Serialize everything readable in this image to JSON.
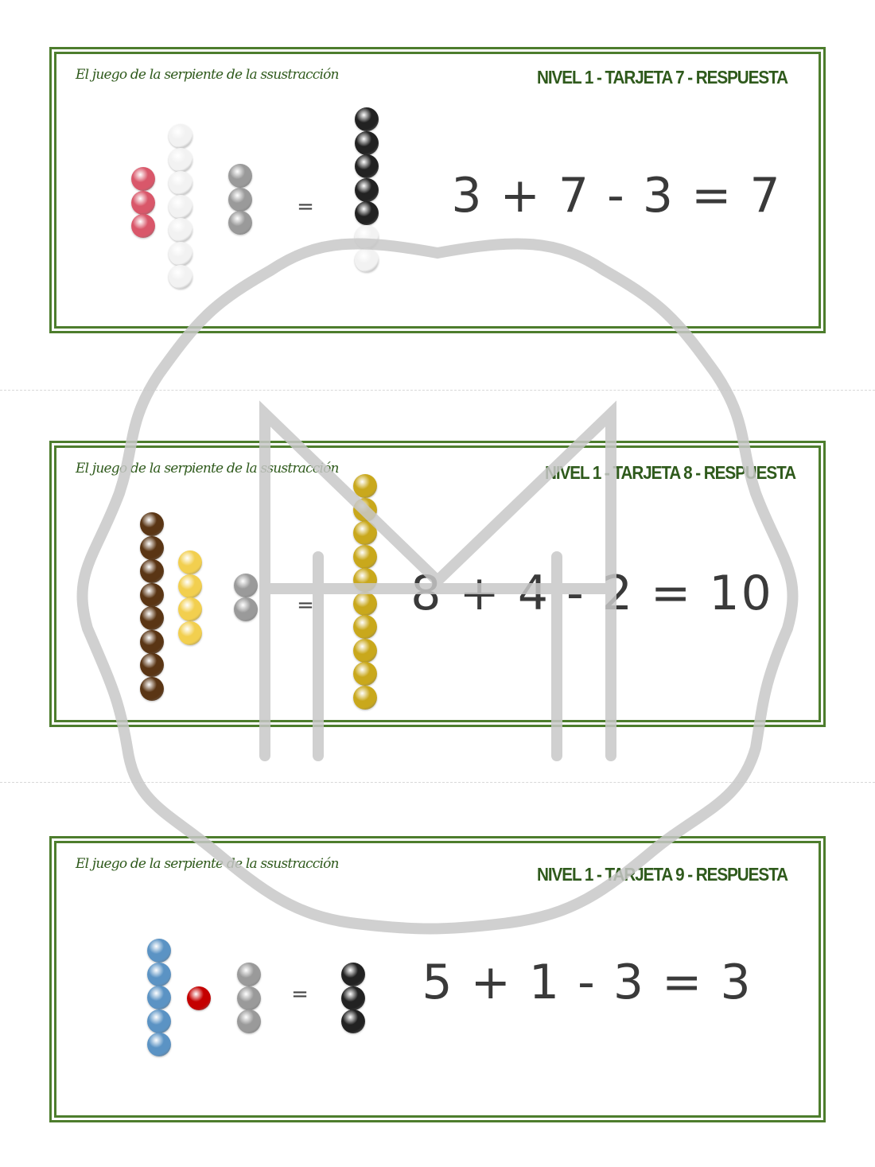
{
  "colors": {
    "border": "#4d7d2d",
    "title": "#2f5a1c",
    "watermark": "#c8c8c8"
  },
  "bead_colors": {
    "pink": "#d9576a",
    "white": "#f2f2f2",
    "gray": "#9a9a9a",
    "black": "#222222",
    "brown": "#5a3514",
    "yellow": "#f2cf4f",
    "gold": "#c9a81c",
    "blue": "#5b93c4",
    "red": "#c40000"
  },
  "cards": [
    {
      "title_left": "El juego de la serpiente de la ssustracción",
      "title_right": "NIVEL 1 - TARJETA 7 - RESPUESTA",
      "equation": "3 + 7 - 3 = 7",
      "equals_sign": "=",
      "left_bars": [
        {
          "color": "pink",
          "count": 3
        },
        {
          "color": "white",
          "count": 7
        },
        {
          "color": "gray",
          "count": 3
        }
      ],
      "result_bar": [
        {
          "color": "black",
          "count": 5
        },
        {
          "color": "white",
          "count": 2
        }
      ]
    },
    {
      "title_left": "El juego de la serpiente de la ssustracción",
      "title_right": "NIVEL 1 - TARJETA 8 - RESPUESTA",
      "equation": "8 + 4 - 2 = 10",
      "equals_sign": "=",
      "left_bars": [
        {
          "color": "brown",
          "count": 8
        },
        {
          "color": "yellow",
          "count": 4
        },
        {
          "color": "gray",
          "count": 2
        }
      ],
      "result_bar": [
        {
          "color": "gold",
          "count": 10
        }
      ]
    },
    {
      "title_left": "El juego de la serpiente de la ssustracción",
      "title_right": "NIVEL 1 - TARJETA 9 - RESPUESTA",
      "equation": "5 + 1 - 3 = 3",
      "equals_sign": "=",
      "left_bars": [
        {
          "color": "blue",
          "count": 5
        },
        {
          "color": "red",
          "count": 1
        },
        {
          "color": "gray",
          "count": 3
        }
      ],
      "result_bar": [
        {
          "color": "black",
          "count": 3
        }
      ]
    }
  ]
}
